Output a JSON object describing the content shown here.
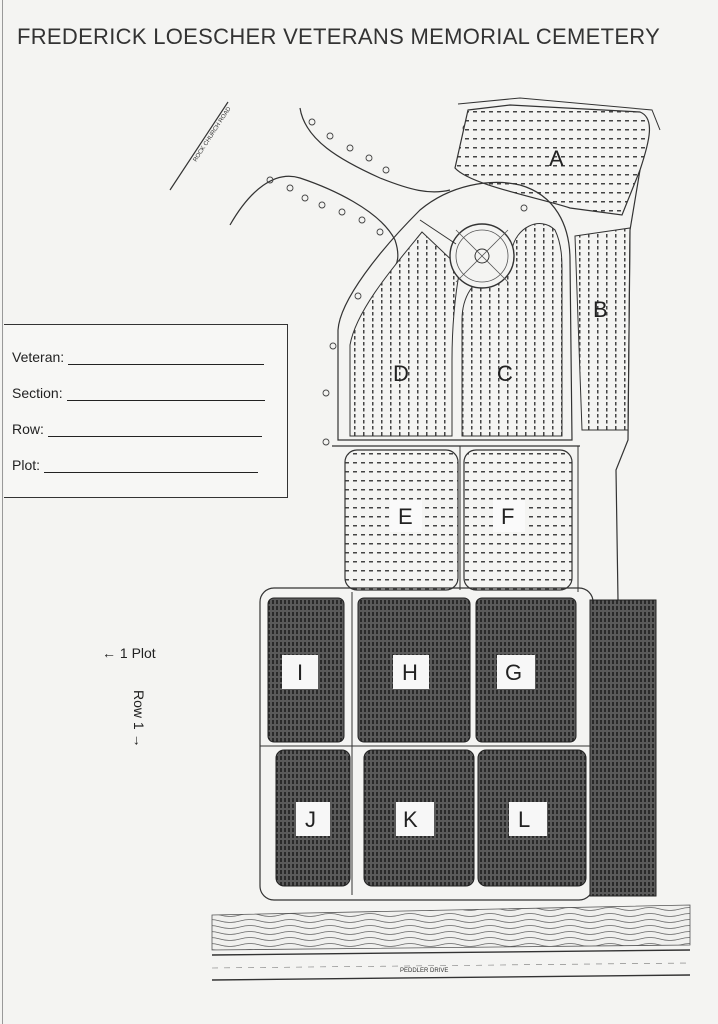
{
  "title": "FREDERICK LOESCHER VETERANS MEMORIAL CEMETERY",
  "form": {
    "veteran_label": "Veteran:",
    "section_label": "Section:",
    "row_label": "Row:",
    "plot_label": "Plot:"
  },
  "legend": {
    "plot_arrow": "← 1 Plot",
    "row_arrow": "Row 1 →"
  },
  "roads": {
    "top_left": "ROCK CHURCH ROAD",
    "bottom": "PEDDLER DRIVE"
  },
  "sections": {
    "A": "A",
    "B": "B",
    "C": "C",
    "D": "D",
    "E": "E",
    "F": "F",
    "G": "G",
    "H": "H",
    "I": "I",
    "J": "J",
    "K": "K",
    "L": "L"
  }
}
